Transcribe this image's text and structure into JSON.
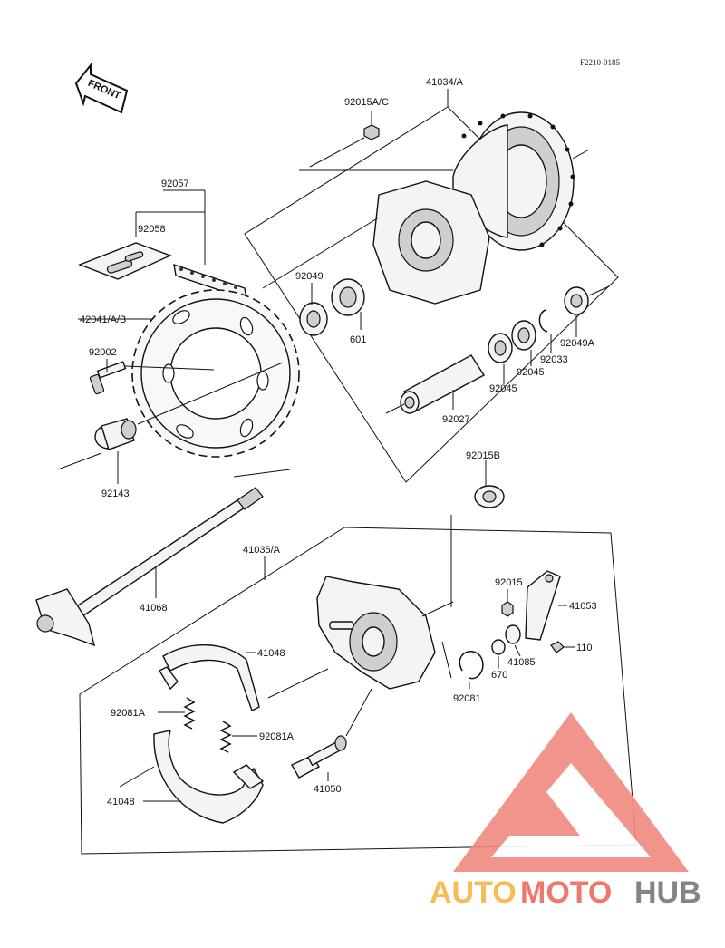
{
  "diagram_code": "F2210-0185",
  "front_label": "FRONT",
  "labels": {
    "hub_assy": "41034/A",
    "nut_top": "92015A/C",
    "chain": "92057",
    "master_link": "92058",
    "sprocket": "42041/A/B",
    "bolt": "92002",
    "collar": "92143",
    "seal_left": "92049",
    "bearing_left": "601",
    "bearing_right": "92045",
    "bearing_right2": "92045",
    "circlip": "92033",
    "seal_right": "92049A",
    "spacer": "92027",
    "nut_b": "92015B",
    "panel_assy": "41035/A",
    "axle": "41068",
    "nut_lever": "92015",
    "lever": "41053",
    "bolt_lever": "110",
    "cam_lever": "41085",
    "washer": "670",
    "spring_cam": "92081",
    "shoe_top": "41048",
    "spring_left": "92081A",
    "spring_right": "92081A",
    "cam": "41050",
    "shoe_bottom": "41048"
  },
  "watermark": {
    "word1": "AUTO",
    "word2": "MOTO",
    "word3": "HUB",
    "color1": "#f5b547",
    "color2": "#ee6a5e",
    "color3": "#777777"
  }
}
